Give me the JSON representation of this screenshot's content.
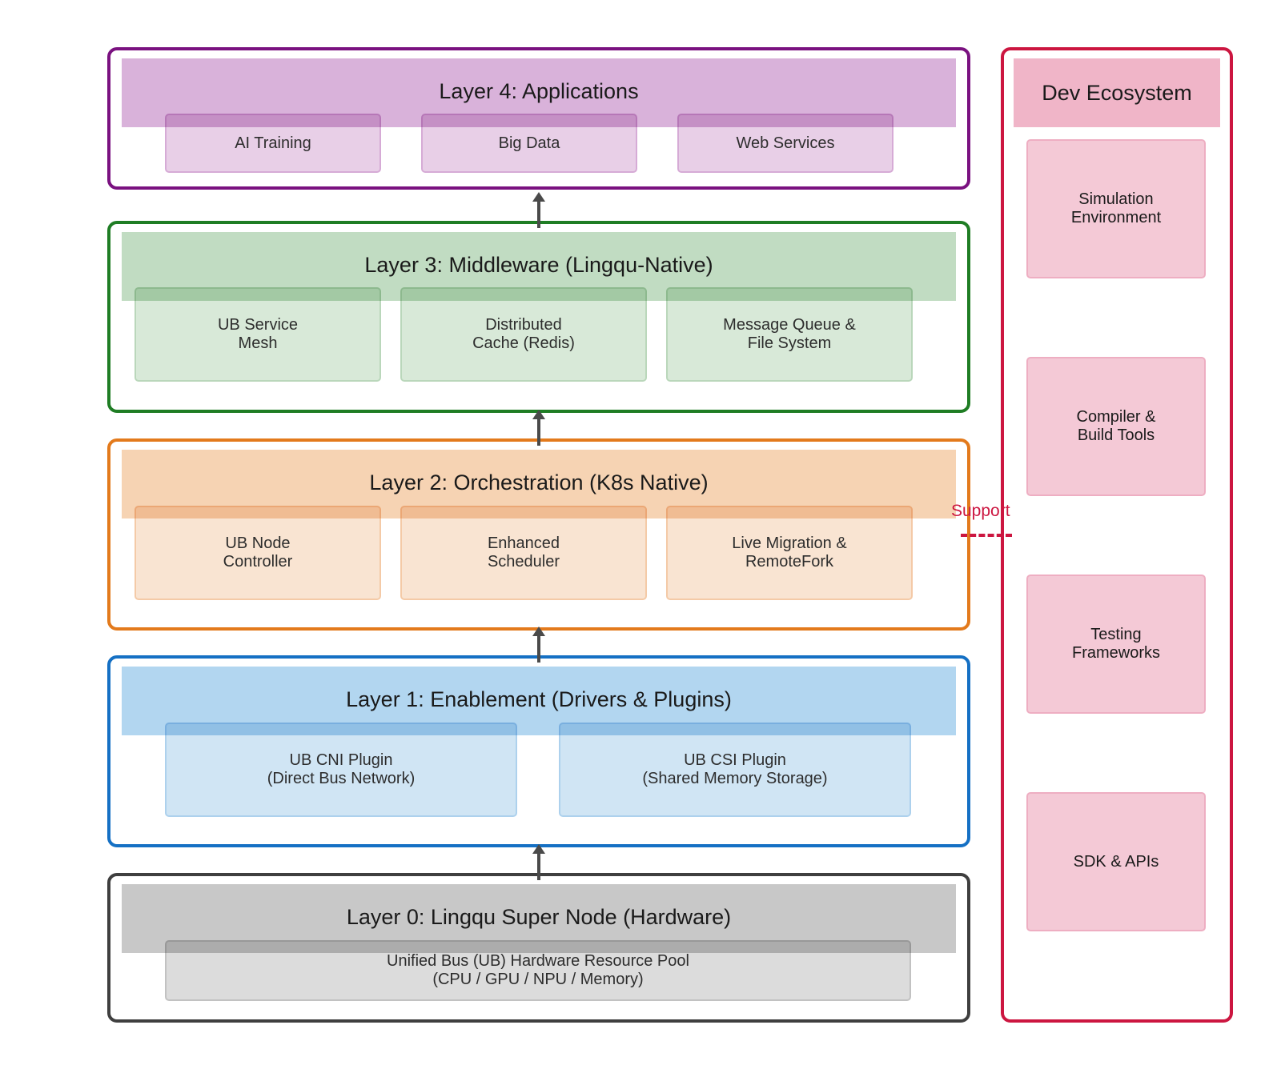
{
  "colors": {
    "layer4": {
      "border": "#7a1180",
      "header": "#d9b2da",
      "box_fill": "#e6cbe5",
      "box_border": "#d3a4d3"
    },
    "layer3": {
      "border": "#1f7d24",
      "header": "#c1dcc2",
      "box_fill": "#d5e8d5",
      "box_border": "#b4d4b5"
    },
    "layer2": {
      "border": "#e37a1c",
      "header": "#f6d3b3",
      "box_fill": "#f9e2ce",
      "box_border": "#f3c6a0"
    },
    "layer1": {
      "border": "#1570c4",
      "header": "#b2d6f0",
      "box_fill": "#cce3f4",
      "box_border": "#a6cdec"
    },
    "layer0": {
      "border": "#3f3f3f",
      "header": "#c8c8c8",
      "box_fill": "#d9d9d9",
      "box_border": "#bdbdbd"
    },
    "eco": {
      "border": "#cc1640",
      "header": "#f0b5c8",
      "box_fill": "#f4c9d6",
      "box_border": "#eeaec2"
    },
    "arrow": "#4a4a4a",
    "support": "#cc1640"
  },
  "layers": [
    {
      "id": "layer4",
      "title": "Layer 4: Applications",
      "components": [
        "AI Training",
        "Big Data",
        "Web Services"
      ]
    },
    {
      "id": "layer3",
      "title": "Layer 3: Middleware (Lingqu-Native)",
      "components": [
        "UB Service\nMesh",
        "Distributed\nCache (Redis)",
        "Message Queue &\nFile System"
      ]
    },
    {
      "id": "layer2",
      "title": "Layer 2: Orchestration (K8s Native)",
      "components": [
        "UB Node\nController",
        "Enhanced\nScheduler",
        "Live Migration &\nRemoteFork"
      ]
    },
    {
      "id": "layer1",
      "title": "Layer 1: Enablement (Drivers & Plugins)",
      "components": [
        "UB CNI Plugin\n(Direct Bus Network)",
        "UB CSI Plugin\n(Shared Memory Storage)"
      ]
    },
    {
      "id": "layer0",
      "title": "Layer 0: Lingqu Super Node (Hardware)",
      "components": [
        "Unified Bus (UB) Hardware Resource Pool\n(CPU / GPU / NPU / Memory)"
      ]
    }
  ],
  "ecosystem": {
    "title": "Dev Ecosystem",
    "items": [
      "Simulation\nEnvironment",
      "Compiler &\nBuild Tools",
      "Testing\nFrameworks",
      "SDK & APIs"
    ]
  },
  "support_label": "Support"
}
